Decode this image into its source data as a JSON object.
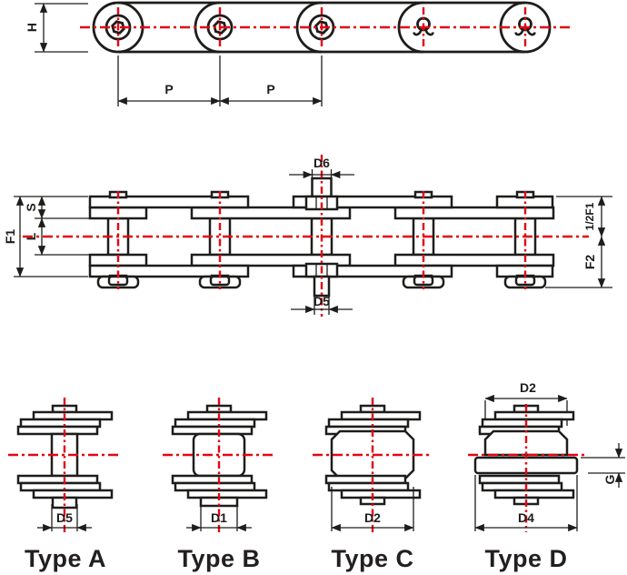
{
  "colors": {
    "line": "#1d1d1b",
    "accent_red": "#e30613",
    "label_text": "#231f20",
    "background": "#ffffff"
  },
  "side_view": {
    "dim_height": "H",
    "dim_pitch_1": "P",
    "dim_pitch_2": "P"
  },
  "plan_view": {
    "dim_pin_top": "D6",
    "dim_pin_bottom": "D5",
    "dim_overall_width": "F1",
    "dim_plate_thickness": "S",
    "dim_inner_width": "L",
    "dim_half_width": "1/2F1",
    "dim_attachment_drop": "F2"
  },
  "sections": [
    {
      "label": "Type A",
      "dim_bottom": "D5"
    },
    {
      "label": "Type B",
      "dim_bottom": "D1"
    },
    {
      "label": "Type C",
      "dim_bottom": "D2"
    },
    {
      "label": "Type D",
      "dim_bottom": "D4",
      "dim_top": "D2",
      "dim_flange": "G"
    }
  ]
}
